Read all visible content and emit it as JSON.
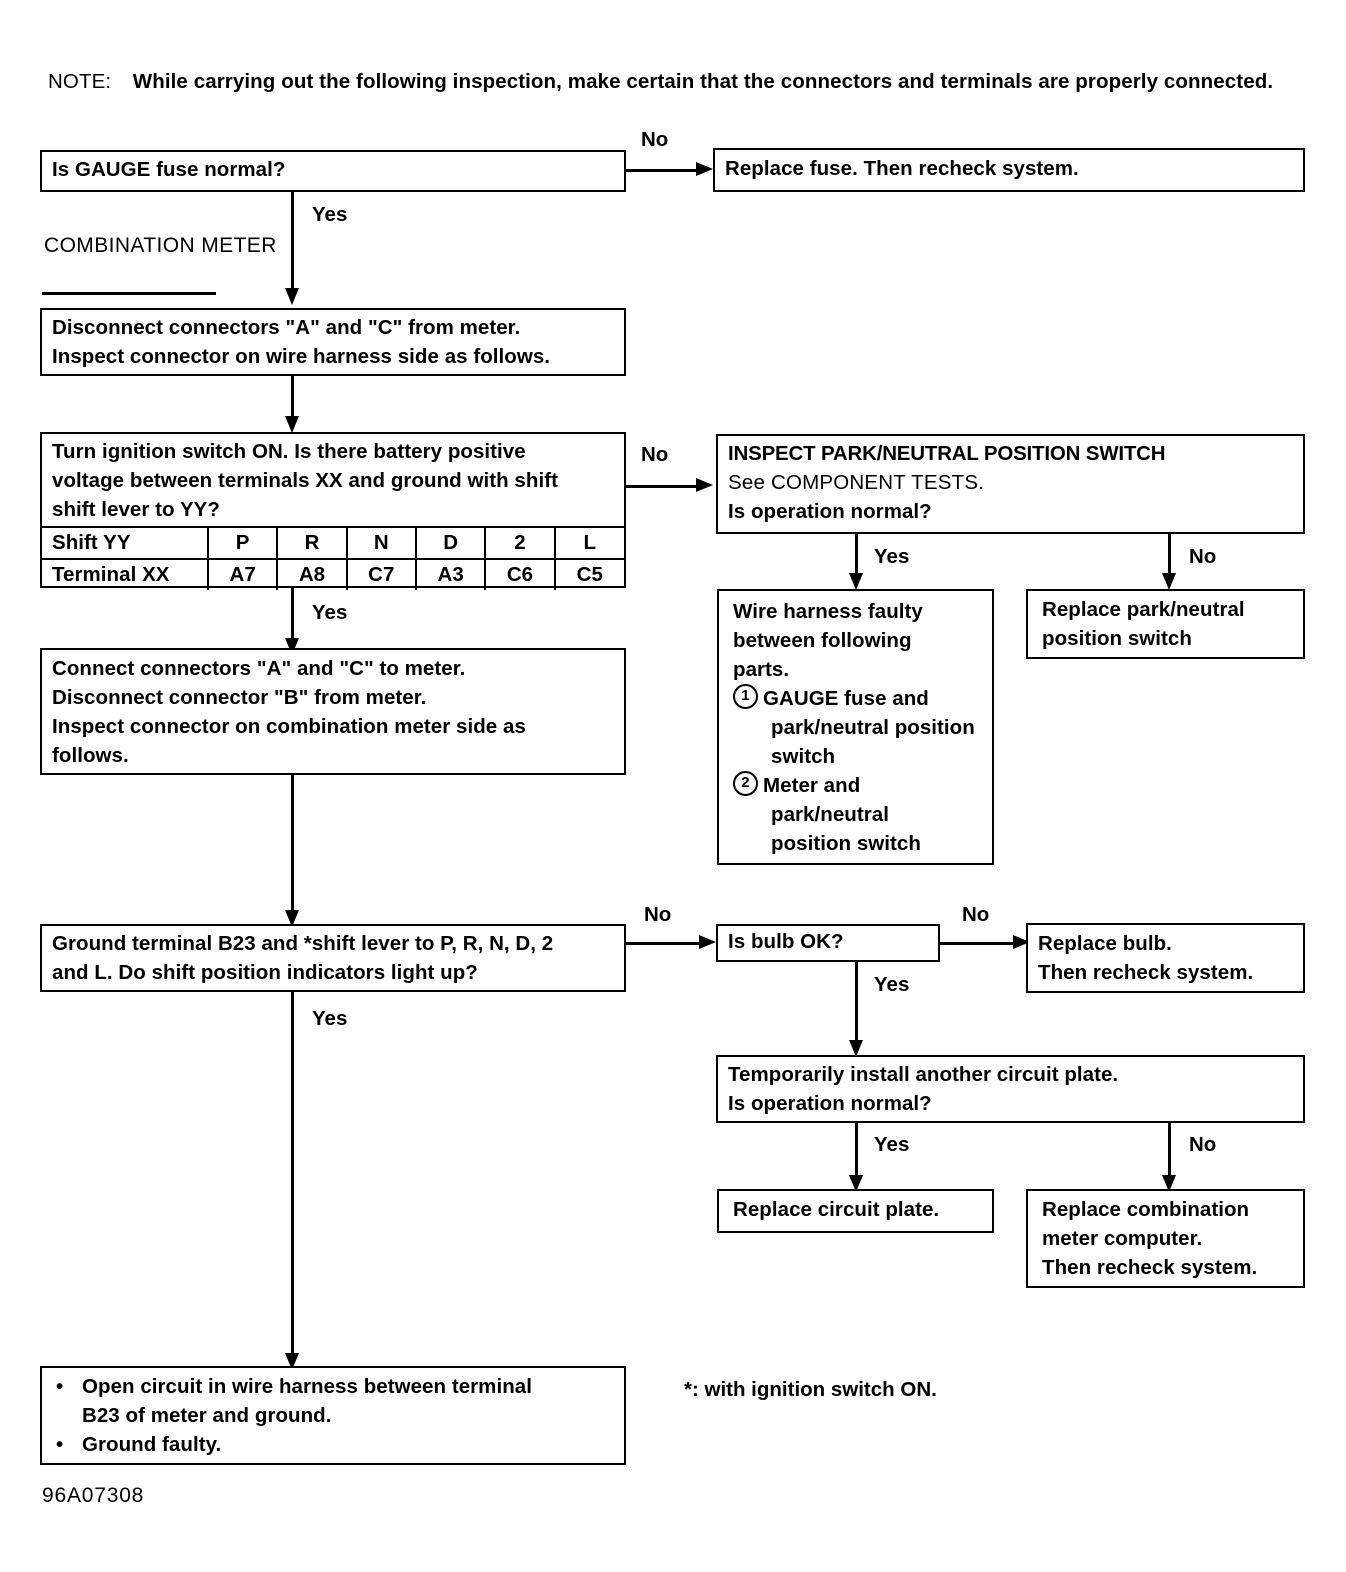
{
  "note": {
    "label": "NOTE:",
    "text": "While carrying out the following inspection, make certain that the connectors and terminals are properly connected."
  },
  "section_heading": {
    "line1": "COMBINATION",
    "line2": "METER"
  },
  "boxes": {
    "gauge_fuse": {
      "line1": "Is GAUGE fuse normal?"
    },
    "replace_fuse": {
      "line1": "Replace fuse. Then recheck system."
    },
    "disconnect_ac": {
      "line1": "Disconnect connectors \"A\" and \"C\" from meter.",
      "line2": "Inspect connector on wire harness side as follows."
    },
    "ignition_voltage": {
      "line1": "Turn ignition switch ON. Is there battery positive",
      "line2": "voltage between terminals XX and ground with shift",
      "line3": "shift lever to YY?"
    },
    "connect_ac": {
      "line1": "Connect connectors \"A\" and \"C\" to meter.",
      "line2": "Disconnect connector \"B\" from meter.",
      "line3": "Inspect connector on combination meter side as",
      "line4": "follows."
    },
    "ground_b23": {
      "line1": "Ground terminal B23 and *shift lever to P, R, N, D, 2",
      "line2": "and L. Do shift position indicators light up?"
    },
    "inspect_pns": {
      "line1": "INSPECT PARK/NEUTRAL POSITION SWITCH",
      "line2": "See COMPONENT TESTS.",
      "line3": "Is operation normal?"
    },
    "wire_harness_faulty": {
      "line1": "Wire harness faulty",
      "line2": "between following",
      "line3": "parts.",
      "item1_num": "1",
      "item1_line1": "GAUGE fuse and",
      "item1_line2": "park/neutral position",
      "item1_line3": "switch",
      "item2_num": "2",
      "item2_line1": "Meter and",
      "item2_line2": "park/neutral",
      "item2_line3": "position switch"
    },
    "replace_pns": {
      "line1": "Replace park/neutral",
      "line2": "position switch"
    },
    "bulb_ok": {
      "line1": "Is bulb OK?"
    },
    "replace_bulb": {
      "line1": "Replace bulb.",
      "line2": "Then recheck system."
    },
    "circuit_plate": {
      "line1": "Temporarily install another circuit plate.",
      "line2": "Is operation normal?"
    },
    "replace_circuit_plate": {
      "line1": "Replace circuit plate."
    },
    "replace_meter_computer": {
      "line1": "Replace combination",
      "line2": "meter computer.",
      "line3": "Then recheck system."
    },
    "open_circuit": {
      "bullet": "•",
      "item1_line1": "Open circuit in wire harness between terminal",
      "item1_line2": "B23 of meter and ground.",
      "item2_line1": "Ground faulty."
    }
  },
  "shift_table": {
    "row1_header": "Shift YY",
    "row1_values": [
      "P",
      "R",
      "N",
      "D",
      "2",
      "L"
    ],
    "row2_header": "Terminal XX",
    "row2_values": [
      "A7",
      "A8",
      "C7",
      "A3",
      "C6",
      "C5"
    ]
  },
  "edge_labels": {
    "fuse_no": "No",
    "fuse_yes": "Yes",
    "voltage_no": "No",
    "voltage_yes": "Yes",
    "pns_yes": "Yes",
    "pns_no": "No",
    "ground_no": "No",
    "ground_yes": "Yes",
    "bulb_no": "No",
    "bulb_yes": "Yes",
    "plate_yes": "Yes",
    "plate_no": "No"
  },
  "footnote": "*: with ignition switch ON.",
  "footer_id": "96A07308"
}
